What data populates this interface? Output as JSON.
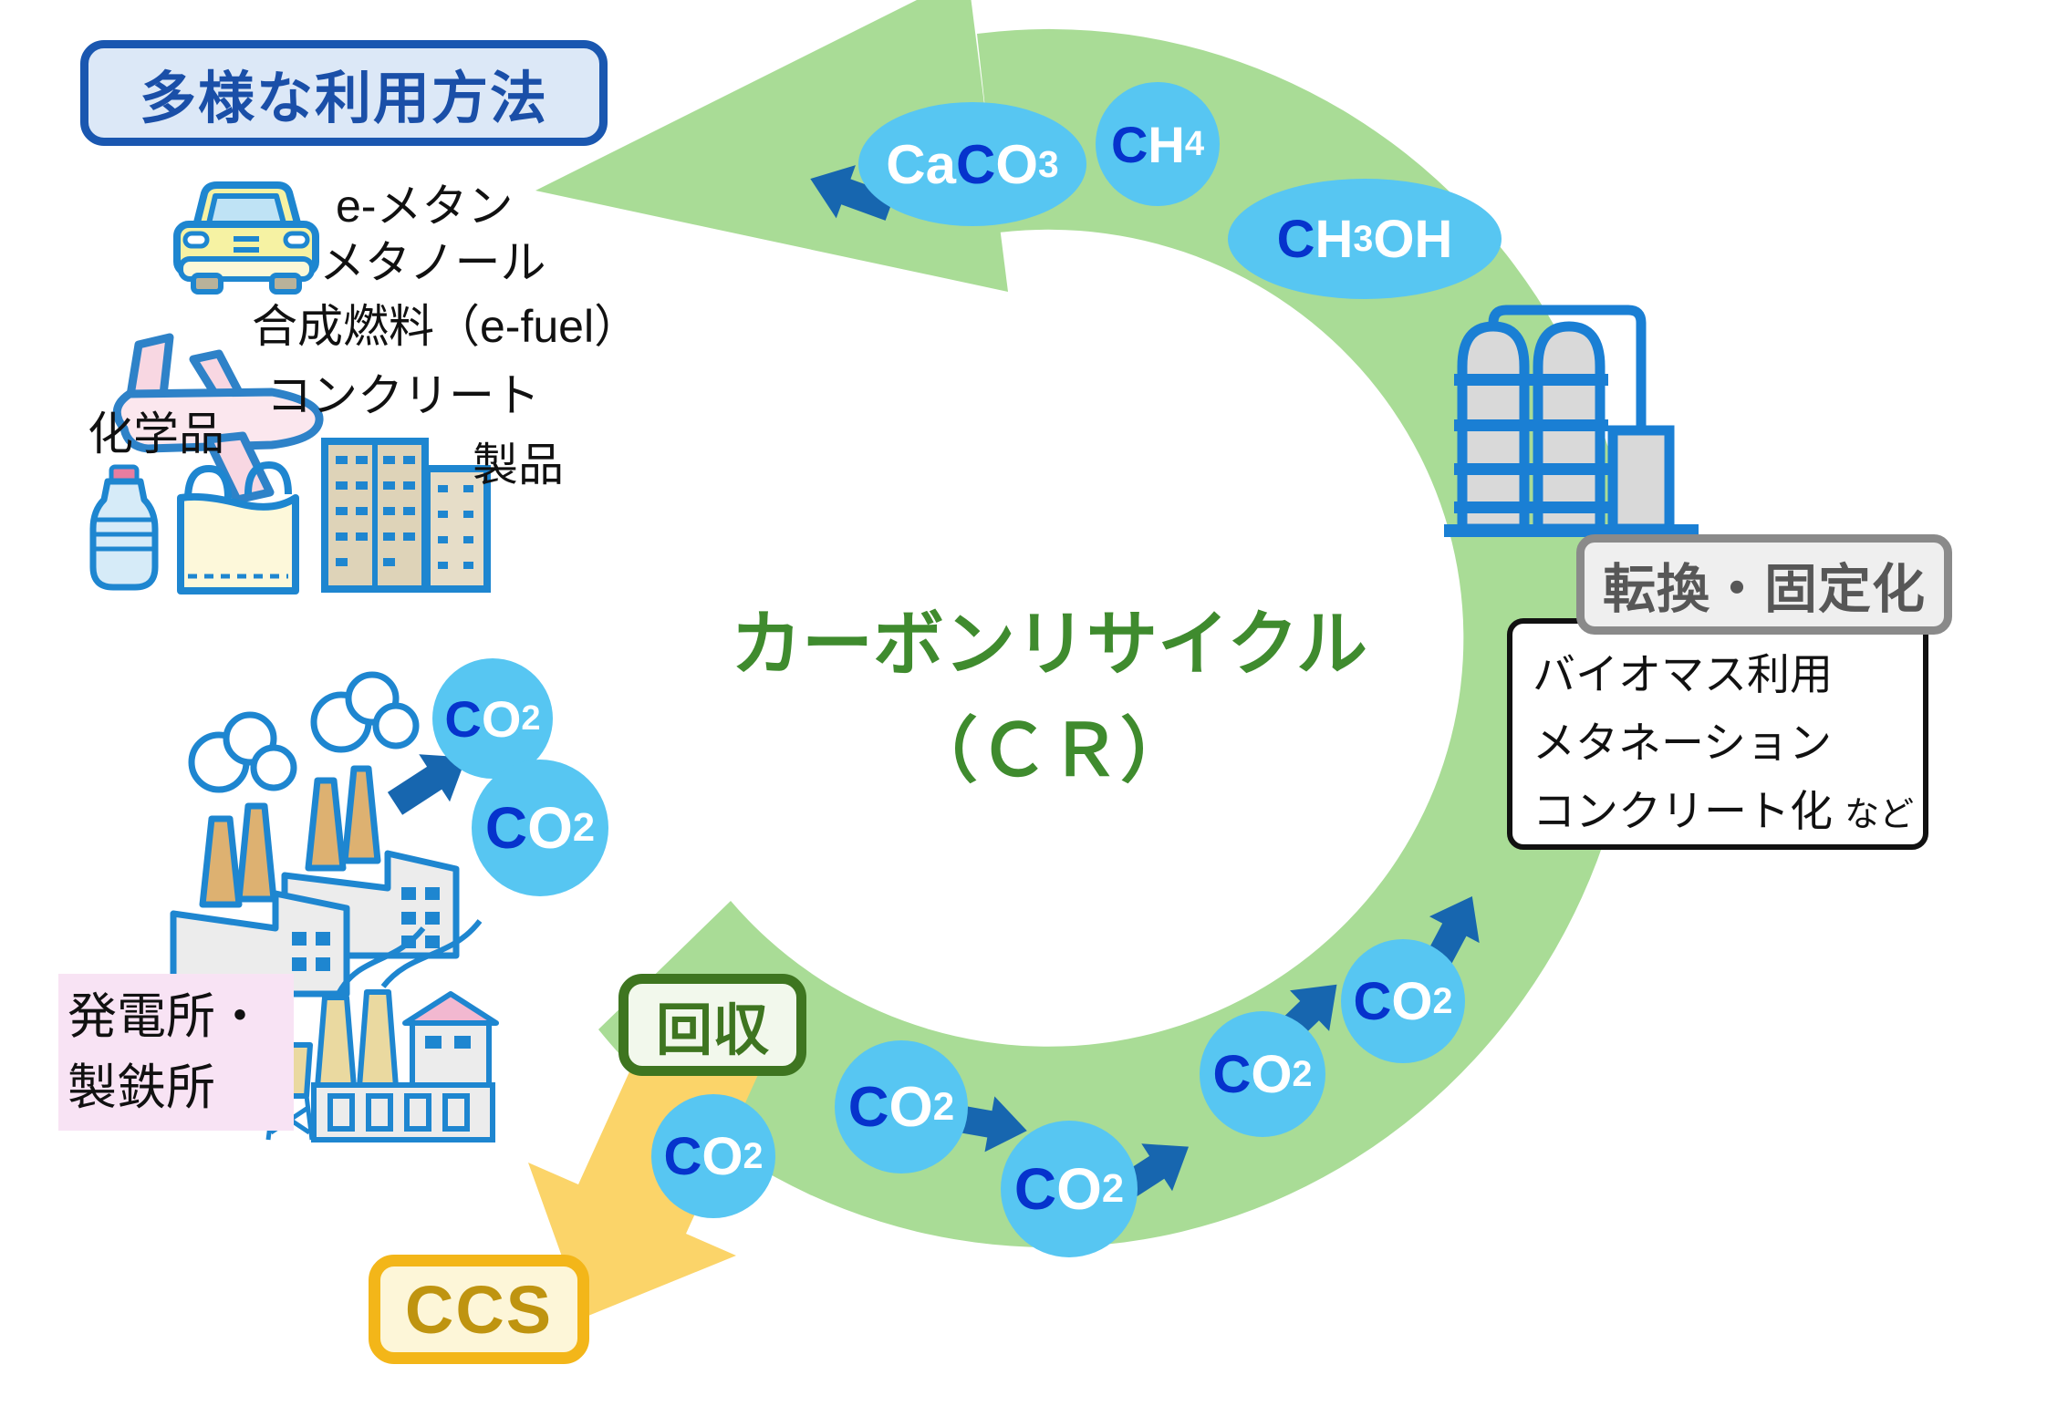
{
  "diagram_title": "カーボンリサイクル（ＣＲ）",
  "usage": {
    "title": "多様な利用方法",
    "e_methane": "e-メタン",
    "methanol": "メタノール",
    "synthetic_fuel": "合成燃料（e-fuel）",
    "concrete": "コンクリート",
    "products": "製品",
    "chemicals": "化学品"
  },
  "center": {
    "line1": "カーボンリサイクル",
    "line2": "（ＣＲ）"
  },
  "molecules": {
    "caco3": {
      "ca": "Ca",
      "c": "C",
      "o": "O",
      "sub": "3"
    },
    "ch4": {
      "c": "C",
      "h": "H",
      "sub": "4"
    },
    "ch3oh": {
      "c": "C",
      "h": "H",
      "sub": "3",
      "oh": "OH"
    },
    "co2": {
      "c": "C",
      "o": "O",
      "sub": "2"
    }
  },
  "conversion": {
    "label": "転換・固定化",
    "methods": [
      "バイオマス利用",
      "メタネーション",
      "コンクリート化"
    ],
    "etc": "など"
  },
  "capture": {
    "label": "回収"
  },
  "ccs": {
    "label": "CCS"
  },
  "sources": {
    "line1": "発電所・",
    "line2": "製鉄所"
  },
  "colors": {
    "cycle_green": "#a9dc96",
    "center_title_green": "#3f8b2e",
    "co2_bubble_blue": "#57c6f2",
    "carbon_letter_blue": "#0633cc",
    "flow_arrow_blue": "#1766af",
    "icon_outline_blue": "#1e86d0",
    "usage_box_blue": "#1a57b0",
    "capture_green": "#3e7520",
    "ccs_gold_text": "#bf9410",
    "ccs_border": "#f3b619",
    "ccs_arrow_yellow": "#fbd469",
    "conversion_gray": "#575757",
    "sources_pink": "#f8e3f4"
  },
  "icons": {
    "car": "car-icon",
    "airplane": "airplane-icon",
    "bottle": "plastic-bottle-icon",
    "bag": "plastic-bag-icon",
    "buildings": "concrete-buildings-icon",
    "factories": "factory-icon",
    "power_plant": "power-plant-icon",
    "chemical_plant": "chemical-plant-icon"
  }
}
